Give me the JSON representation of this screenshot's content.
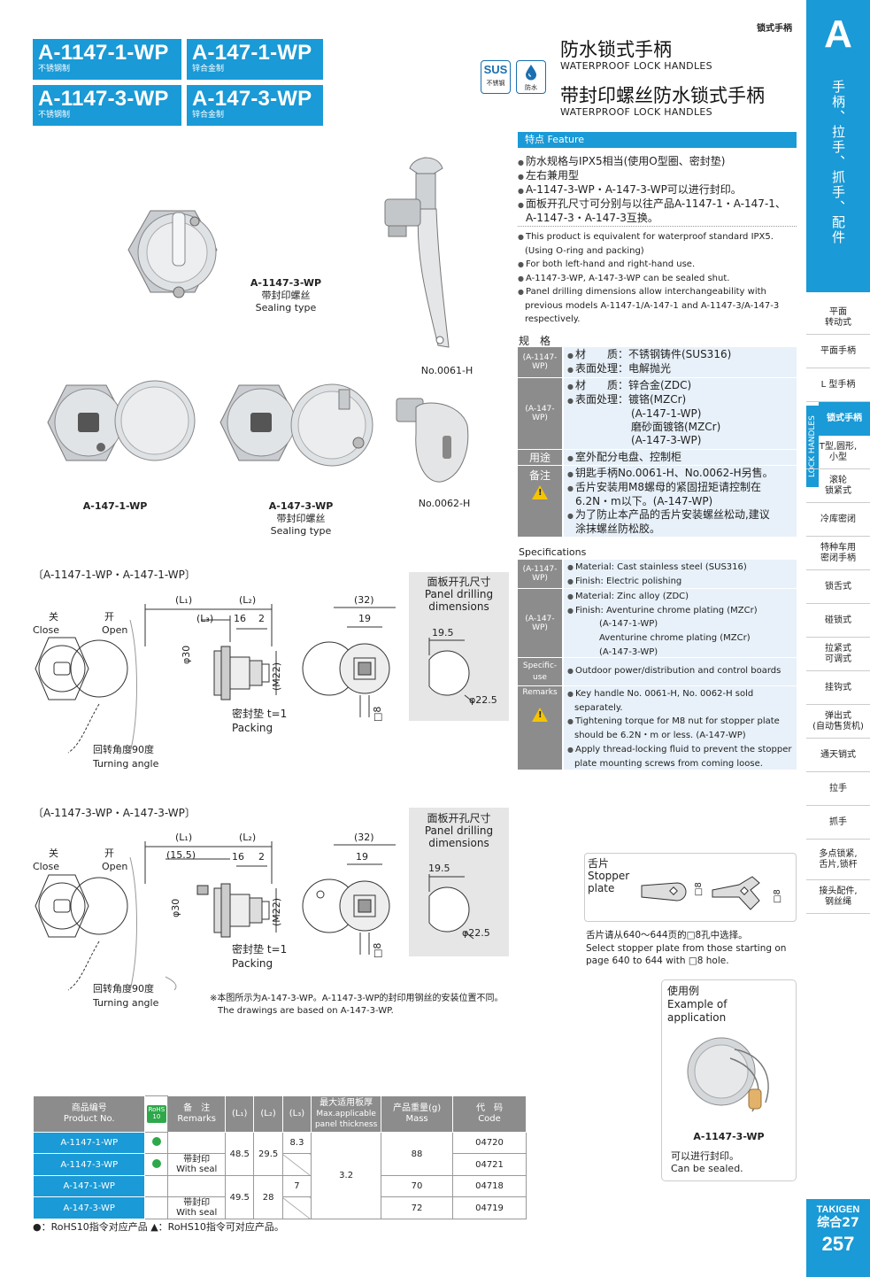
{
  "header": {
    "top_right_tag": "锁式手柄",
    "badges": [
      {
        "code": "A-1147-1-WP",
        "material": "不锈钢制"
      },
      {
        "code": "A-147-1-WP",
        "material": "锌合金制"
      },
      {
        "code": "A-1147-3-WP",
        "material": "不锈钢制"
      },
      {
        "code": "A-147-3-WP",
        "material": "锌合金制"
      }
    ],
    "sus_badge": {
      "big": "SUS",
      "small": "不锈钢"
    },
    "water_badge": {
      "small": "防水"
    },
    "title1_cn": "防水锁式手柄",
    "title1_en": "WATERPROOF  LOCK  HANDLES",
    "title2_cn": "带封印螺丝防水锁式手柄",
    "title2_en": "WATERPROOF  LOCK  HANDLES"
  },
  "sidebar": {
    "letter": "A",
    "vertical_title": "手柄、拉手、抓手、配件",
    "tab_label": "LOCK HANDLES",
    "items": [
      "平面\n转动式",
      "平面手柄",
      "L 型手柄",
      "锁式手柄",
      "T型,圆形,\n小型",
      "滚轮\n锁紧式",
      "冷库密闭",
      "特种车用\n密闭手柄",
      "锁舌式",
      "碰锁式",
      "拉紧式\n可调式",
      "挂钩式",
      "弹出式\n(自动售货机)",
      "通天销式",
      "拉手",
      "抓手",
      "多点锁紧,\n舌片,锁杆",
      "接头配件,\n钢丝绳"
    ],
    "brand": "TAKIGEN",
    "catalog": "综合27",
    "page": "257"
  },
  "photos": {
    "a1147_3_code": "A-1147-3-WP",
    "a1147_3_cn": "带封印螺丝",
    "a1147_3_en": "Sealing type",
    "no0061": "No.0061-H",
    "a147_1_code": "A-147-1-WP",
    "a147_3_code": "A-147-3-WP",
    "a147_3_cn": "带封印螺丝",
    "a147_3_en": "Sealing type",
    "no0062": "No.0062-H"
  },
  "feature": {
    "heading": "特点   Feature",
    "cn": [
      "防水规格与IPX5相当(使用O型圈、密封垫)",
      "左右兼用型",
      "A-1147-3-WP・A-147-3-WP可以进行封印。",
      "面板开孔尺寸可分别与以往产品A-1147-1・A-147-1、",
      "A-1147-3・A-147-3互换。"
    ],
    "en": [
      "This product is equivalent for waterproof standard IPX5.",
      "(Using O-ring and packing)",
      "For both left-hand and right-hand use.",
      "A-1147-3-WP, A-147-3-WP can be sealed shut.",
      "Panel drilling dimensions allow interchangeability with",
      "previous models A-1147-1/A-147-1 and A-1147-3/A-147-3",
      "respectively."
    ]
  },
  "specs_cn": {
    "heading": "规　格",
    "label_a1147": "(A-1147-WP)",
    "a1147": [
      "材　　质：不锈钢铸件(SUS316)",
      "表面处理：电解抛光"
    ],
    "label_a147": "(A-147-WP)",
    "a147": [
      "材　　质：锌合金(ZDC)",
      "表面处理：镀铬(MZCr)",
      "(A-147-1-WP)",
      "磨砂面镀铬(MZCr)",
      "(A-147-3-WP)"
    ],
    "label_use": "用途",
    "use": "室外配分电盘、控制柜",
    "label_note": "备注",
    "notes": [
      "钥匙手柄No.0061-H、No.0062-H另售。",
      "舌片安装用M8螺母的紧固扭矩请控制在",
      "6.2N・m以下。(A-147-WP)",
      "为了防止本产品的舌片安装螺丝松动,建议",
      "涂抹螺丝防松胶。"
    ]
  },
  "specs_en": {
    "heading": "Specifications",
    "label_a1147": "(A-1147-WP)",
    "a1147": [
      "Material: Cast stainless steel (SUS316)",
      "Finish: Electric polishing"
    ],
    "label_a147": "(A-147-WP)",
    "a147": [
      "Material: Zinc alloy (ZDC)",
      "Finish: Aventurine chrome plating (MZCr)",
      "(A-147-1-WP)",
      "Aventurine chrome plating (MZCr)",
      "(A-147-3-WP)"
    ],
    "label_use": "Specific-\nuse",
    "use": "Outdoor power/distribution and control boards",
    "label_note": "Remarks",
    "notes": [
      "Key handle No. 0061-H, No. 0062-H sold",
      "separately.",
      "Tightening torque for M8 nut for stopper plate",
      "should be 6.2N・m or less. (A-147-WP)",
      "Apply thread-locking fluid to prevent the stopper",
      "plate mounting screws from coming loose."
    ]
  },
  "drawing1": {
    "section": "〔A-1147-1-WP・A-147-1-WP〕",
    "close_cn": "关",
    "close_en": "Close",
    "open_cn": "开",
    "open_en": "Open",
    "l1": "(L₁)",
    "l2": "(L₂)",
    "l3": "(L₃)",
    "d16": "16",
    "d2": "2",
    "d32": "(32)",
    "d19": "19",
    "phi30": "φ30",
    "m22": "(M22)",
    "sq8": "□8",
    "packing_cn": "密封垫 t=1",
    "packing_en": "Packing",
    "turning_cn": "回转角度90度",
    "turning_en": "Turning angle",
    "drill_cn": "面板开孔尺寸",
    "drill_en1": "Panel drilling",
    "drill_en2": "dimensions",
    "d195": "19.5",
    "phi225": "φ22.5"
  },
  "drawing2": {
    "section": "〔A-1147-3-WP・A-147-3-WP〕",
    "close_cn": "关",
    "close_en": "Close",
    "open_cn": "开",
    "open_en": "Open",
    "l1": "(L₁)",
    "l2": "(L₂)",
    "d155": "(15.5)",
    "d16": "16",
    "d2": "2",
    "d32": "(32)",
    "d19": "19",
    "phi30": "φ30",
    "m22": "(M22)",
    "sq8": "□8",
    "packing_cn": "密封垫 t=1",
    "packing_en": "Packing",
    "turning_cn": "回转角度90度",
    "turning_en": "Turning angle",
    "drill_cn": "面板开孔尺寸",
    "drill_en1": "Panel drilling",
    "drill_en2": "dimensions",
    "d195": "19.5",
    "phi225": "φ22.5",
    "note_cn": "※本图所示为A-147-3-WP。A-1147-3-WP的封印用钢丝的安装位置不同。",
    "note_en": "The drawings are based on A-147-3-WP."
  },
  "stopper": {
    "cn": "舌片",
    "en1": "Stopper",
    "en2": "plate",
    "sq8": "□8",
    "note_cn": "舌片请从640～644页的□8孔中选择。",
    "note_en1": "Select stopper plate from those starting on",
    "note_en2": "page 640 to 644 with □8 hole."
  },
  "application": {
    "cn": "使用例",
    "en1": "Example of",
    "en2": "application",
    "code": "A-1147-3-WP",
    "sub_cn": "可以进行封印。",
    "sub_en": "Can be sealed."
  },
  "table": {
    "headers": {
      "product_cn": "商品编号",
      "product_en": "Product No.",
      "rohs": "RoHS\n10",
      "remarks_cn": "备　注",
      "remarks_en": "Remarks",
      "l1": "(L₁)",
      "l2": "(L₂)",
      "l3": "(L₃)",
      "panel_cn": "最大适用板厚",
      "panel_en1": "Max.applicable",
      "panel_en2": "panel thickness",
      "mass_cn": "产品重量(g)",
      "mass_en": "Mass",
      "code_cn": "代　码",
      "code_en": "Code"
    },
    "rows": [
      {
        "product": "A-1147-1-WP",
        "remarks_cn": "",
        "remarks_en": "",
        "l3": "8.3",
        "code": "04720"
      },
      {
        "product": "A-1147-3-WP",
        "remarks_cn": "带封印",
        "remarks_en": "With seal",
        "l3": "",
        "code": "04721"
      },
      {
        "product": "A-147-1-WP",
        "remarks_cn": "",
        "remarks_en": "",
        "l3": "7",
        "code": "04718"
      },
      {
        "product": "A-147-3-WP",
        "remarks_cn": "带封印",
        "remarks_en": "With seal",
        "l3": "",
        "code": "04719"
      }
    ],
    "l1_a1147": "48.5",
    "l2_a1147": "29.5",
    "l1_a147": "49.5",
    "l2_a147": "28",
    "panel": "3.2",
    "mass_a1147": "88",
    "mass_a147_1": "70",
    "mass_a147_3": "72",
    "legend": "●：RoHS10指令对应产品  ▲：RoHS10指令可对应产品。"
  },
  "colors": {
    "accent": "#1a9ad6",
    "grey_label": "#8c8c8c",
    "spec_bg": "#e8f1f9",
    "rohs_ok": "#2ea84a",
    "warning": "#f5c400"
  }
}
